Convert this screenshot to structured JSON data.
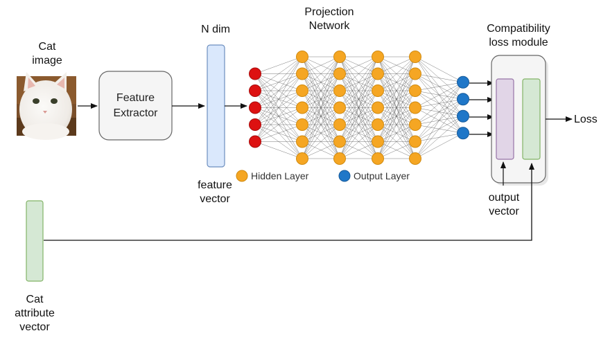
{
  "cat_image": {
    "label_line1": "Cat",
    "label_line2": "image"
  },
  "feature_extractor": {
    "line1": "Feature",
    "line2": "Extractor"
  },
  "feature_vector": {
    "top_label": "N dim",
    "bottom_line1": "feature",
    "bottom_line2": "vector"
  },
  "projection_network": {
    "title_line1": "Projection",
    "title_line2": "Network",
    "input_nodes": 5,
    "hidden_layers": 4,
    "hidden_nodes_per_layer": 7,
    "output_nodes": 4
  },
  "legend": {
    "hidden": "Hidden Layer",
    "output": "Output Layer"
  },
  "compatibility_module": {
    "title_line1": "Compatibility",
    "title_line2": "loss module",
    "output_vector_line1": "output",
    "output_vector_line2": "vector",
    "loss": "Loss"
  },
  "attribute_vector": {
    "line1": "Cat",
    "line2": "attribute",
    "line3": "vector"
  },
  "colors": {
    "input_node": "#dd1111",
    "hidden_node": "#f5a623",
    "output_node": "#1f77c8",
    "feature_vector_fill": "#dae8fc",
    "feature_vector_stroke": "#6c8ebf",
    "attr_vector_fill": "#d5e8d4",
    "attr_vector_stroke": "#82b366",
    "module_purple_fill": "#e1d5e7",
    "module_purple_stroke": "#9673a6",
    "box_fill": "#f5f5f5",
    "box_stroke": "#666666"
  }
}
